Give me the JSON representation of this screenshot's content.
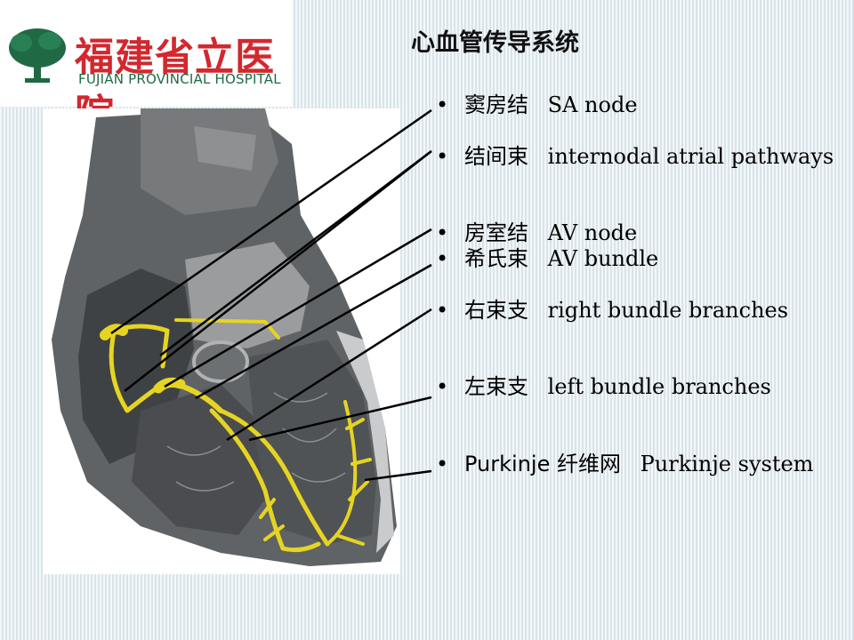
{
  "logo": {
    "chinese_name": "福建省立医院",
    "english_name": "FUJIAN PROVINCIAL HOSPITAL",
    "icon": "tree-logo-icon"
  },
  "slide": {
    "title": "心血管传导系统"
  },
  "bullets": [
    {
      "cn": "窦房结",
      "en": "SA node"
    },
    {
      "cn": "结间束",
      "en": "internodal atrial pathways"
    },
    {
      "cn": "房室结",
      "en": "AV node"
    },
    {
      "cn": "希氏束",
      "en": "AV bundle"
    },
    {
      "cn": "右束支",
      "en": "right bundle branches"
    },
    {
      "cn": "左束支",
      "en": "left bundle branches"
    },
    {
      "cn": "Purkinje  纤维网",
      "en": "Purkinje system"
    }
  ],
  "colors": {
    "conduction": "#e6d422",
    "logo_red": "#d2282e",
    "logo_green": "#1f6a44"
  }
}
